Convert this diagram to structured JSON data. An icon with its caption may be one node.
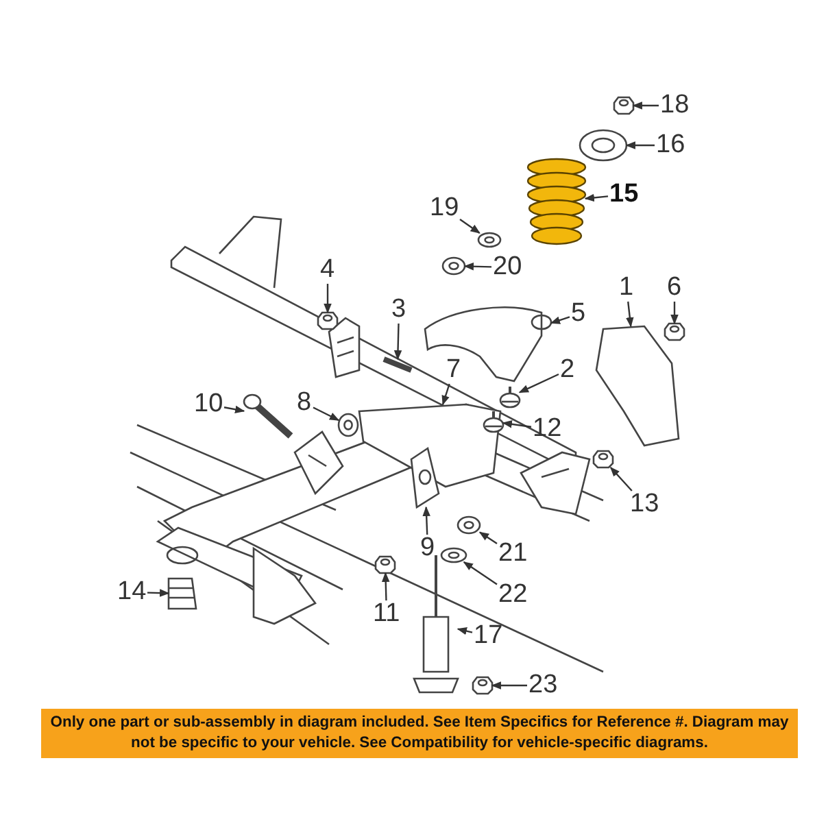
{
  "diagram": {
    "caption": "Only one part or sub-assembly in diagram included. See Item Specifics for Reference #. Diagram may not be specific to your vehicle. See Compatibility for vehicle-specific diagrams.",
    "nodes": [
      {
        "text": [
          "1"
        ]
      },
      {
        "text": [
          "2"
        ]
      },
      {
        "text": [
          "3"
        ]
      },
      {
        "text": [
          "4"
        ]
      },
      {
        "text": [
          "5"
        ]
      },
      {
        "text": [
          "6"
        ]
      },
      {
        "text": [
          "7"
        ]
      },
      {
        "text": [
          "8"
        ]
      },
      {
        "text": [
          "9"
        ]
      },
      {
        "text": [
          "10"
        ]
      },
      {
        "text": [
          "11"
        ]
      },
      {
        "text": [
          "12"
        ]
      },
      {
        "text": [
          "13"
        ]
      },
      {
        "text": [
          "14"
        ]
      },
      {
        "text": [
          "15"
        ]
      },
      {
        "text": [
          "16"
        ]
      },
      {
        "text": [
          "17"
        ]
      },
      {
        "text": [
          "18"
        ]
      },
      {
        "text": [
          "19"
        ]
      },
      {
        "text": [
          "20"
        ]
      },
      {
        "text": [
          "21"
        ]
      },
      {
        "text": [
          "22"
        ]
      },
      {
        "text": [
          "23"
        ]
      },
      {
        "text": [],
        "shape": "picture"
      },
      {
        "text": [],
        "shape": "picture"
      },
      {
        "text": [],
        "shape": "picture"
      },
      {
        "text": [],
        "shape": "picture"
      },
      {
        "text": [],
        "shape": "picture"
      },
      {
        "text": [],
        "shape": "picture"
      },
      {
        "text": [],
        "shape": "picture"
      },
      {
        "text": [],
        "shape": "picture"
      },
      {
        "text": [],
        "shape": "picture"
      },
      {
        "text": [],
        "shape": "picture"
      },
      {
        "text": [],
        "shape": "picture"
      },
      {
        "text": [],
        "shape": "picture"
      },
      {
        "text": [],
        "shape": "picture"
      },
      {
        "text": [],
        "shape": "picture"
      },
      {
        "text": [],
        "shape": "picture"
      },
      {
        "text": [],
        "shape": "picture"
      },
      {
        "text": [],
        "shape": "picture"
      },
      {
        "text": [],
        "shape": "picture"
      },
      {
        "text": [],
        "shape": "picture"
      },
      {
        "text": [],
        "shape": "picture"
      },
      {
        "text": [],
        "shape": "picture"
      },
      {
        "text": [],
        "shape": "picture"
      },
      {
        "text": [],
        "shape": "picture"
      }
    ],
    "edges": [
      {
        "from": 0,
        "to": 23,
        "arrow": "to"
      },
      {
        "from": 1,
        "to": 24,
        "arrow": "to"
      },
      {
        "from": 2,
        "to": 25,
        "arrow": "to"
      },
      {
        "from": 3,
        "to": 26,
        "arrow": "to"
      },
      {
        "from": 4,
        "to": 27,
        "arrow": "to"
      },
      {
        "from": 5,
        "to": 28,
        "arrow": "to"
      },
      {
        "from": 6,
        "to": 29,
        "arrow": "to"
      },
      {
        "from": 7,
        "to": 30,
        "arrow": "to"
      },
      {
        "from": 8,
        "to": 31,
        "arrow": "to"
      },
      {
        "from": 9,
        "to": 32,
        "arrow": "to"
      },
      {
        "from": 10,
        "to": 33,
        "arrow": "to"
      },
      {
        "from": 11,
        "to": 34,
        "arrow": "to"
      },
      {
        "from": 12,
        "to": 35,
        "arrow": "to"
      },
      {
        "from": 13,
        "to": 36,
        "arrow": "to"
      },
      {
        "from": 14,
        "to": 37,
        "arrow": "to"
      },
      {
        "from": 15,
        "to": 38,
        "arrow": "to"
      },
      {
        "from": 16,
        "to": 39,
        "arrow": "to"
      },
      {
        "from": 17,
        "to": 40,
        "arrow": "to"
      },
      {
        "from": 18,
        "to": 41,
        "arrow": "to"
      },
      {
        "from": 19,
        "to": 42,
        "arrow": "to"
      },
      {
        "from": 20,
        "to": 43,
        "arrow": "to"
      },
      {
        "from": 21,
        "to": 44,
        "arrow": "to"
      },
      {
        "from": 22,
        "to": 45,
        "arrow": "to"
      }
    ]
  }
}
